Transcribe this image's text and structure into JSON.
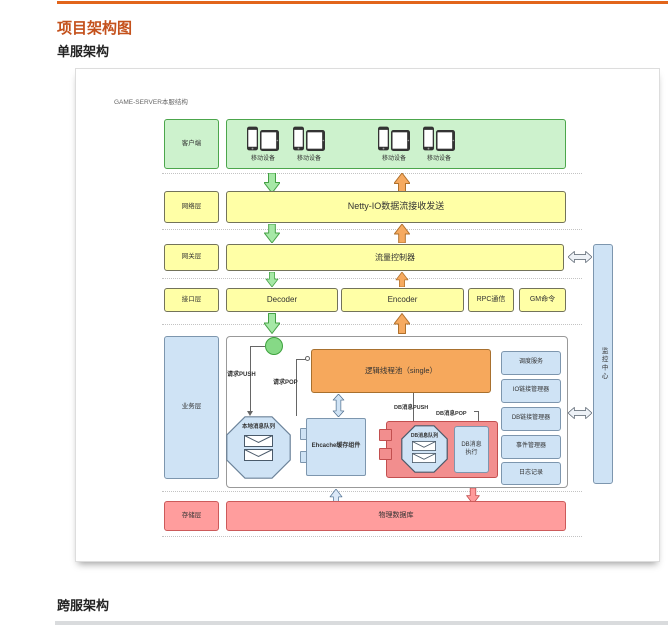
{
  "page": {
    "title": "项目架构图",
    "sections": {
      "single": "单服架构",
      "cross": "跨服架构"
    },
    "diagram_caption": "GAME-SERVER本服结构"
  },
  "colors": {
    "accent_bar": "#e2651b",
    "title": "#c4511c",
    "client_green": "#cdf2cd",
    "layer_yellow": "#ffffa6",
    "component_blue": "#cfe3f5",
    "thread_pool_orange": "#f6a85c",
    "storage_red": "#ff9d9d"
  },
  "diagram": {
    "client": {
      "label": "客户端",
      "device_label": "移动设备"
    },
    "network": {
      "label": "网络层",
      "box": "Netty-IO数据流接收发送"
    },
    "gateway": {
      "label": "网关层",
      "box": "流量控制器"
    },
    "interface": {
      "label": "接口层",
      "boxes": [
        "Decoder",
        "Encoder",
        "RPC通信",
        "GM命令"
      ]
    },
    "business": {
      "label": "业务层",
      "thread_pool": "逻辑线程池（single）",
      "req_push": "请求PUSH",
      "req_pop": "请求POP",
      "local_queue": "本地消息队列",
      "ehcache": "Ehcache缓存组件",
      "db_push": "DB消息PUSH",
      "db_pop": "DB消息POP",
      "db_queue": "DB消息队列",
      "db_exec": "DB消息执行",
      "services": [
        "调度服务",
        "IO链接管理器",
        "DB链接管理器",
        "事件管理器",
        "日志记录"
      ]
    },
    "storage": {
      "label": "存储层",
      "box": "物理数据库"
    },
    "monitor": {
      "label": "监控中心"
    }
  }
}
